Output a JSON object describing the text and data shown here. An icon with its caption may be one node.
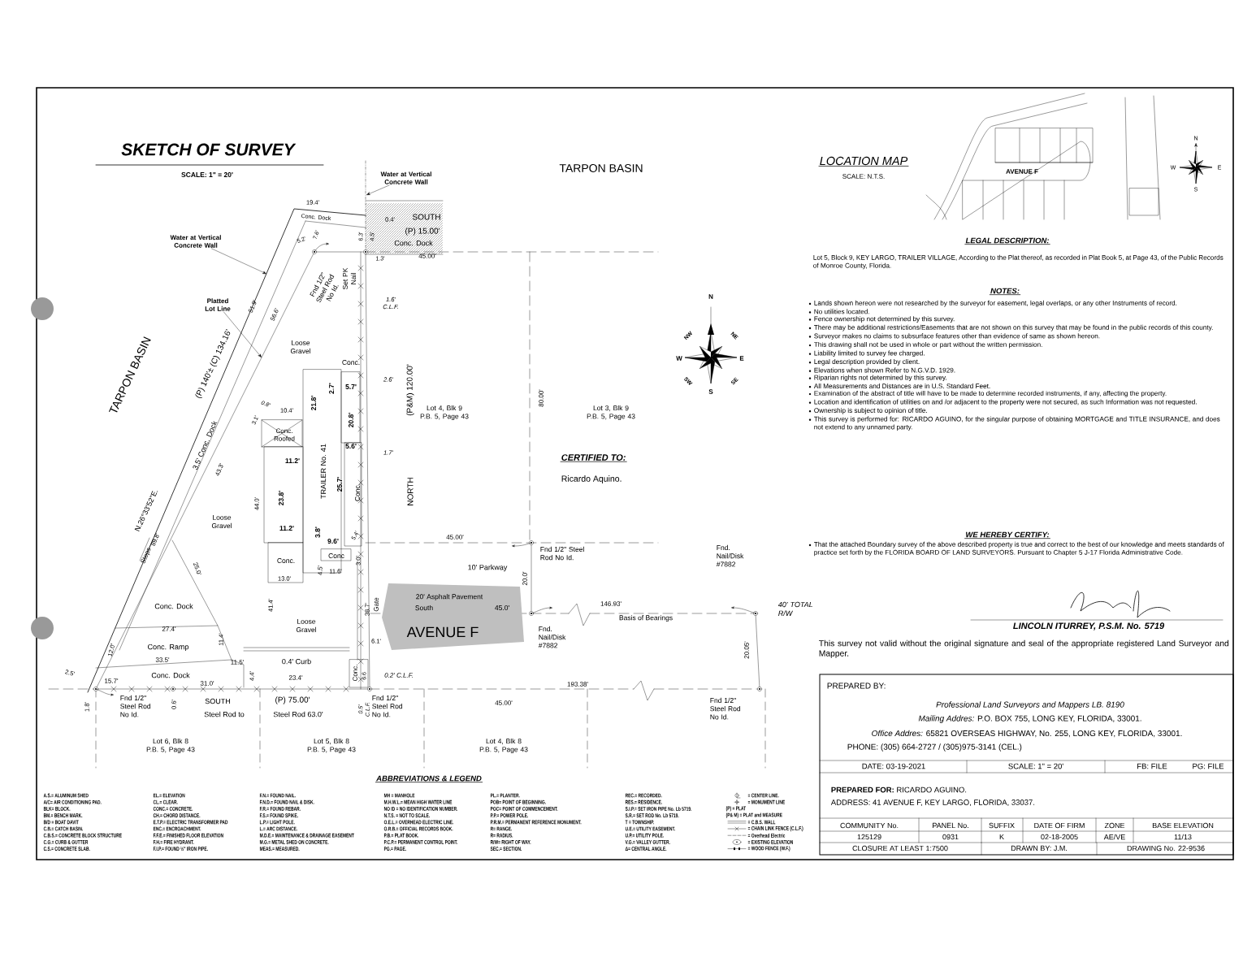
{
  "diagram": {
    "title": "SKETCH OF SURVEY",
    "nodes": [
      {
        "text": [
          "Water at Vertical Concrete Wall"
        ]
      },
      {
        "text": [
          "Water at Vertical Concrete Wall"
        ]
      },
      {
        "text": [
          "Platted Lot Line"
        ]
      }
    ],
    "edges": [
      {
        "from": 0,
        "to": null,
        "arrow": "to"
      },
      {
        "from": 1,
        "to": null,
        "arrow": "to"
      },
      {
        "from": 2,
        "to": null,
        "arrow": "to"
      }
    ],
    "labels": [
      "SCALE: 1\" = 20'",
      "TARPON BASIN",
      "19.4'",
      "Conc. Dock",
      "0.4'",
      "SOUTH",
      "5.2'",
      "7.6'",
      "6.3'",
      "4.5'",
      "(P) 15.00'",
      "Conc. Dock",
      "1.3'",
      "45.00'",
      "Fnd 1/2\" Steel Rod No Id.",
      "Set PK Nail",
      "51.9'",
      "1.6' C.L.F.",
      "56.6'",
      "TARPON BASIN",
      "(P) 140'± (C) 134.16'",
      "Loose Gravel",
      "Conc.",
      "2.6'",
      "(P&M) 120.00'",
      "Lot 4, Blk 9 P.B. 5, Page 43",
      "80.00'",
      "Lot 3, Blk 9 P.B. 5, Page 43",
      "0.8'",
      "10.4'",
      "3.1'",
      "21.8'",
      "2.7'",
      "5.7'",
      "20.8'",
      "Conc. Roofed",
      "5.6'",
      "1.7'",
      "11.2'",
      "3.5' Conc. Dock",
      "43.3'",
      "TRAILER No. 41",
      "25.7'",
      "Conc.",
      "NORTH",
      "N.26°33'52\"E.",
      "44.0'",
      "23.8'",
      "Loose Gravel",
      "89.8'",
      "11.2'",
      "3.8'",
      "9.6'",
      "5.4'",
      "45.00'",
      "Conc.",
      "Conc",
      "3.0'",
      "10' Parkway",
      "Fnd 1/2\" Steel Rod No Id.",
      "20.0'",
      "Steps",
      "25.0'",
      "4.5'",
      "11.6'",
      "13.0'",
      "Fnd. Nail/Disk #7882",
      "40' TOTAL R/W",
      "20' Asphalt Pavement",
      "South",
      "45.0'",
      "146.93'",
      "Basis of Bearings",
      "Conc. Dock",
      "41.4'",
      "Loose Gravel",
      "38.7'",
      "Gate",
      "AVENUE F",
      "Fnd. Nail/Disk #7882",
      "20.05'",
      "27.4'",
      "Conc. Ramp",
      "11.4'",
      "6.1'",
      "33.5'",
      "11.5'",
      "0.4' Curb",
      "12.0'",
      "2.5'",
      "15.7'",
      "Conc. Dock",
      "31.0'",
      "4.4'",
      "23.4'",
      "Conc.",
      "6.6",
      "0.2' C.L.F.",
      "193.38'",
      "1.8'",
      "Fnd 1/2\" Steel Rod No Id.",
      "0.6'",
      "SOUTH",
      "Steel Rod to",
      "(P) 75.00'",
      "Steel Rod 63.0'",
      "0.5' C.L.F.",
      "Fnd 1/2\" Steel Rod No Id.",
      "45.00'",
      "Fnd 1/2\" Steel Rod No Id.",
      "Lot 6, Blk 8 P.B. 5, Page 43",
      "Lot 5, Blk 8 P.B. 5, Page 43",
      "Lot 4, Blk 8 P.B. 5, Page 43",
      "N",
      "NW",
      "NE",
      "W",
      "E",
      "SW",
      "SE",
      "S",
      "CERTIFIED TO:",
      "Ricardo Aquino.",
      "LOCATION MAP",
      "SCALE: N.T.S.",
      "AVENUE F",
      "N",
      "W",
      "E",
      "S",
      "LEGAL DESCRIPTION:",
      "Lot 5, Block 9, KEY LARGO, TRAILER VILLAGE, According to the Plat thereof, as recorded in Plat Book 5, at Page 43, of the Public Records of Monroe County, Florida.",
      "NOTES:",
      "Lands shown hereon were not researched by the surveyor for easement, legal overlaps, or any other Instruments of record.",
      "No utilities located.",
      "Fence ownership not determined by this survey.",
      "There may be additional restrictions/Easements that are not shown on this survey that may be found in the public records of this county.",
      "Surveyor makes no claims to subsurface features other than evidence of same as shown hereon.",
      "This drawing shall not be used in whole or part without the written permission.",
      "Liability limited to survey fee charged.",
      "Legal description provided by client.",
      "Elevations when shown Refer to N.G.V.D. 1929.",
      "Riparian rights not determined by this survey.",
      "All Measurements and Distances are in U.S. Standard Feet.",
      "Examination of the abstract of title will have to be made to determine recorded instruments, if any, affecting the property.",
      "Location and identification of utilities on and /or adjacent to the property were not secured, as such Information was not requested.",
      "Ownership is subject to opinion of title.",
      "This survey is performed for: RICARDO AGUINO, for the singular purpose of obtaining MORTGAGE and TITLE INSURANCE, and does not extend to any unnamed party.",
      "WE HEREBY CERTIFY:",
      "That the attached Boundary survey of the above described property is true and correct to the best of our knowledge and meets standards of practice set forth by the FLORIDA BOARD OF LAND SURVEYORS. Pursuant to Chapter 5 J-17 Florida Administrative Code.",
      "LINCOLN ITURREY, P.S.M. No. 5719",
      "This survey not valid without the original signature and seal of the appropriate registered Land Surveyor and Mapper.",
      "PREPARED BY:",
      "Professional Land Surveyors and Mappers LB. 8190",
      "*Mailing Addres:* P.O. BOX 755, LONG KEY, FLORIDA, 33001.",
      "*Office Addres:* 65821 OVERSEAS HIGHWAY, No. 255, LONG KEY, FLORIDA, 33001.",
      "PHONE: (305) 664-2727 / (305)975-3141 (CEL.)",
      "DATE: 03-19-2021",
      "SCALE: 1\" = 20'",
      "FB: FILE",
      "PG: FILE",
      "**PREPARED FOR:** RICARDO AGUINO.",
      "ADDRESS: 41 AVENUE F, KEY LARGO, FLORIDA, 33037.",
      "COMMUNITY No.",
      "PANEL No.",
      "SUFFIX",
      "DATE OF FIRM",
      "ZONE",
      "BASE ELEVATION",
      "125129",
      "0931",
      "K",
      "02-18-2005",
      "AE/VE",
      "11/13",
      "CLOSURE AT LEAST 1:7500",
      "DRAWN BY: J.M.",
      "DRAWING No. 22-9536",
      "ABBREVIATIONS & LEGEND",
      "A.S.= ALUMINUM SHED",
      "A/C= AIR CONDITIONING PAD.",
      "BLK= BLOCK.",
      "BM.= BENCH MARK.",
      "B/D = BOAT DAVIT",
      "C.B.= CATCH BASIN.",
      "C.B.S.= CONCRETE BLOCK STRUCTURE",
      "C.G.= CURB & GUTTER",
      "C.S.= CONCRETE SLAB.",
      "EL.= ELEVATION",
      "CL.= CLEAR.",
      "CONC.= CONCRETE.",
      "CH.= CHORD DISTANCE.",
      "E.T.P.= ELECTRIC TRANSFORMER PAD",
      "ENC.= ENCROACHMENT.",
      "F.F.E.= FINISHED FLOOR ELEVATION",
      "F.H.= FIRE HYDRANT.",
      "F.I.P.= FOUND ½\" IRON PIPE.",
      "F.N.= FOUND NAIL.",
      "F.N.D.= FOUND NAIL & DISK.",
      "F.R.= FOUND REBAR.",
      "F.S.= FOUND SPIKE.",
      "L.P.= LIGHT POLE.",
      "L.= ARC DISTANCE.",
      "M.D.E.= MAINTENANCE & DRAINAGE EASEMENT",
      "M.G.= METAL SHED ON CONCRETE.",
      "MEAS.= MEASURED.",
      "MH = MANHOLE",
      "M.H.W.L.= MEAN HIGH WATER LINE",
      "NO ID = NO IDENTIFICATION NUMBER.",
      "N.T.S. = NOT TO SCALE.",
      "O.E.L.= OVERHEAD ELECTRIC LINE.",
      "O.R.B.= OFFICIAL RECORDS BOOK.",
      "P.B.= PLAT BOOK.",
      "P.C.P.= PERMANENT CONTROL POINT.",
      "PG.= PAGE.",
      "PL.= PLANTER.",
      "POB= POINT OF BEGINNING.",
      "POC= POINT OF COMMENCEMENT.",
      "P.P.= POWER POLE.",
      "P.R.M.= PERMANENT REFERENCE MONUMENT.",
      "R= RANGE.",
      "R= RADIUS.",
      "R/W= RIGHT OF WAY.",
      "SEC.= SECTION.",
      "REC.= RECORDED.",
      "RES.= RESIDENCE.",
      "S.I.P.= SET IRON PIPE No. Lb 5719.",
      "S.R.= SET ROD No. Lb 5719.",
      "T = TOWNSHIP.",
      "U.E.= UTILITY EASEMENT.",
      "U.P.= UTILITY POLE.",
      "V.G.= VALLEY GUTTER.",
      "Δ= CENTRAL ANGLE.",
      "(P) = PLAT",
      "(P& M) = PLAT and MEASURE"
    ],
    "legend": [
      {
        "text": "= CENTER LINE."
      },
      {
        "text": "= MONUMENT LINE"
      },
      {
        "text": "= C.B.S. WALL"
      },
      {
        "text": "= CHAIN LINK FENCE (C.L.F.)"
      },
      {
        "text": "= Overhead Electric"
      },
      {
        "text": "= EXISTING ELEVATION"
      },
      {
        "text": "= WOOD FENCE (W.F.)"
      }
    ]
  }
}
